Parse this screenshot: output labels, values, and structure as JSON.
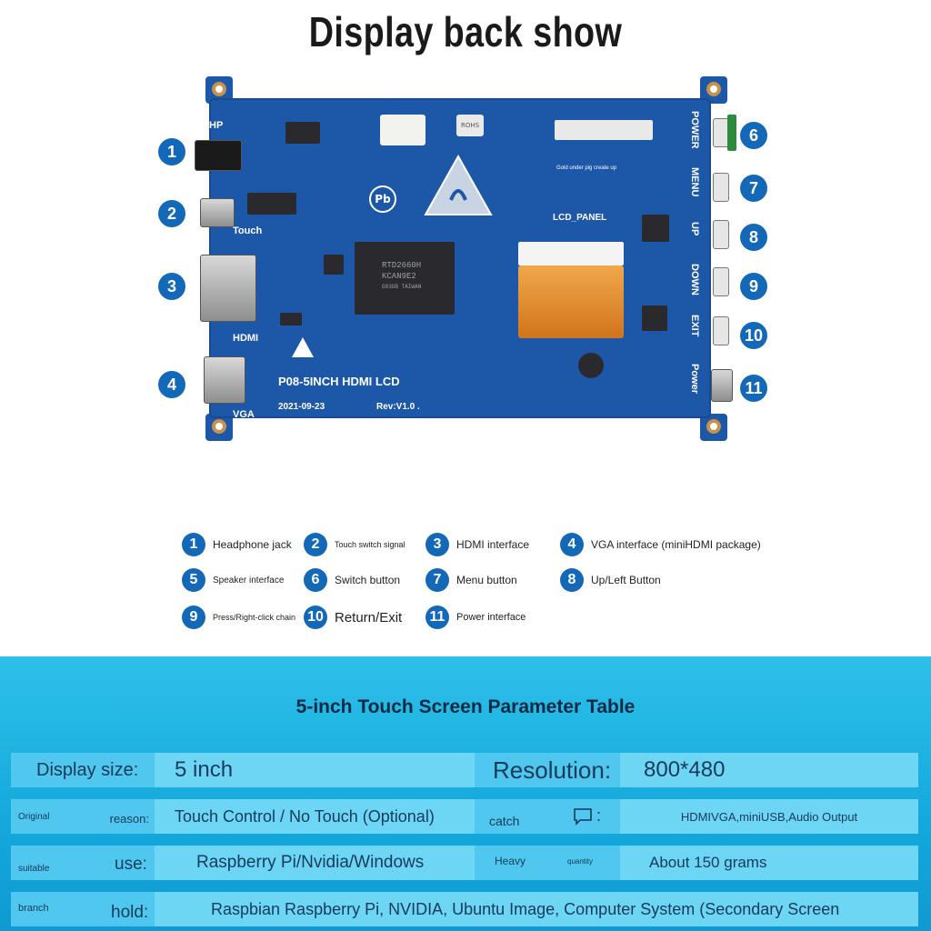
{
  "title": "Display back show",
  "board": {
    "model": "P08-5INCH HDMI LCD",
    "date": "2021-09-23",
    "rev": "Rev:V1.0 .",
    "labels": {
      "hp": "HP",
      "touch": "Touch",
      "hdmi": "HDMI",
      "vga": "VGA",
      "lcd_panel": "LCD_PANEL",
      "gold_note": "Gold under pig create up",
      "chip_line1": "RTD2660H",
      "chip_line2": "KCAN9E2",
      "chip_line3": "G83GB TAIWAN",
      "rohs": "ROHS",
      "pb": "Pb"
    },
    "side_labels": [
      "POWER",
      "MENU",
      "UP",
      "DOWN",
      "EXIT",
      "Power"
    ],
    "callouts_left": [
      "1",
      "2",
      "3",
      "4"
    ],
    "callouts_right": [
      "6",
      "7",
      "8",
      "9",
      "10",
      "11"
    ]
  },
  "legend": [
    {
      "num": "1",
      "label": "Headphone jack"
    },
    {
      "num": "2",
      "label": "Touch switch signal"
    },
    {
      "num": "3",
      "label": "HDMI interface"
    },
    {
      "num": "4",
      "label": "VGA interface (miniHDMI package)"
    },
    {
      "num": "5",
      "label": "Speaker interface"
    },
    {
      "num": "6",
      "label": "Switch button"
    },
    {
      "num": "7",
      "label": "Menu button"
    },
    {
      "num": "8",
      "label": "Up/Left Button"
    },
    {
      "num": "9",
      "label": "Press/Right-click chain"
    },
    {
      "num": "10",
      "label": "Return/Exit"
    },
    {
      "num": "11",
      "label": "Power interface"
    }
  ],
  "params": {
    "title": "5-inch Touch Screen Parameter Table",
    "display_size_label": "Display size:",
    "display_size_value": "5 inch",
    "resolution_label": "Resolution:",
    "resolution_value": "800*480",
    "original_label": "Original",
    "reason_label": "reason:",
    "reason_value": "Touch Control / No Touch (Optional)",
    "catch_label": "catch",
    "catch_colon": ":",
    "catch_value": "HDMIVGA,miniUSB,Audio Output",
    "suitable_label": "suitable",
    "use_label": "use:",
    "use_value": "Raspberry Pi/Nvidia/Windows",
    "heavy_label": "Heavy",
    "quantity_label": "quantity",
    "weight_value": "About 150 grams",
    "branch_label": "branch",
    "hold_label": "hold:",
    "hold_value": "Raspbian Raspberry Pi, NVIDIA, Ubuntu Image, Computer System (Secondary Screen"
  }
}
